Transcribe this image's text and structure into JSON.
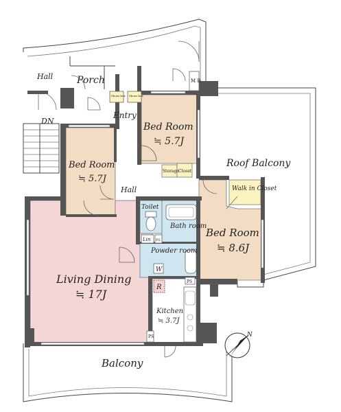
{
  "labels": {
    "hall_top": "Hall",
    "porch": "Porch",
    "entry": "Entry",
    "shoes_box_1": "Shoes box",
    "shoes_box_2": "Shoes box",
    "mb": "M B",
    "dn": "DN",
    "bed_room_top": "Bed Room",
    "bed_room_top_area": "≒ 5.7J",
    "storage": "Storage",
    "closet": "Closet",
    "roof_balcony": "Roof Balcony",
    "bed_room_left": "Bed Room",
    "bed_room_left_area": "≒ 5.7J",
    "hall_mid": "Hall",
    "walk_in_closet": "Walk in Closet",
    "toilet": "Toilet",
    "bath_room": "Bath room",
    "bed_room_right": "Bed Room",
    "bed_room_right_area": "≒ 8.6J",
    "lin": "Lin",
    "ps_1": "PS",
    "powder_room": "Powder room",
    "w": "W",
    "ps_2": "PS",
    "living_dining": "Living Dining",
    "living_dining_area": "≒ 17J",
    "r": "R",
    "kitchen": "Kitchen",
    "kitchen_area": "≒ 3.7J",
    "ps_3": "PS",
    "balcony": "Balcony",
    "north": "N"
  },
  "colors": {
    "bedroom_fill": "#f2dcc3",
    "living_fill": "#f4d6d6",
    "wet_fill": "#cfe5ef",
    "entry_fill": "#ffffff",
    "wall": "#555555",
    "walk_in_fill": "#fbf3c0",
    "storage_fill": "#fbf3c0"
  },
  "icons": {
    "compass": "north-arrow-icon"
  }
}
